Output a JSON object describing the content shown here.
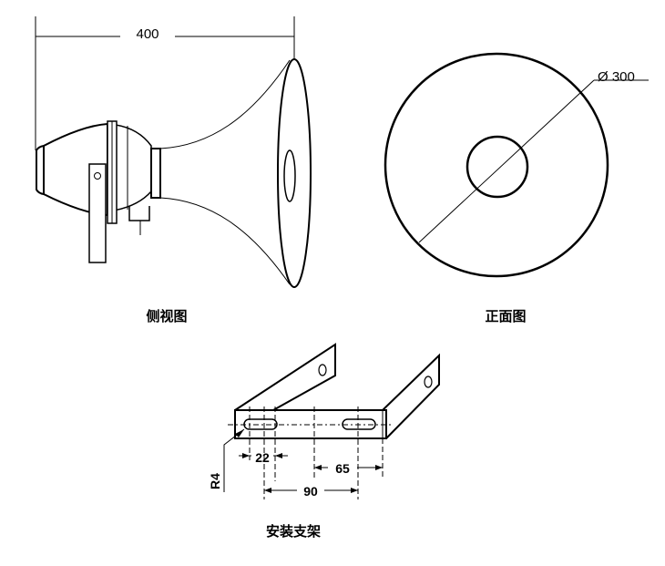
{
  "side_view": {
    "caption": "侧视图",
    "length_dim": "400"
  },
  "front_view": {
    "caption": "正面图",
    "diameter_dim": "Ø 300"
  },
  "bracket": {
    "caption": "安装支架",
    "radius_dim": "R4",
    "slot_width_dim": "22",
    "offset_dim": "65",
    "spacing_dim": "90"
  }
}
